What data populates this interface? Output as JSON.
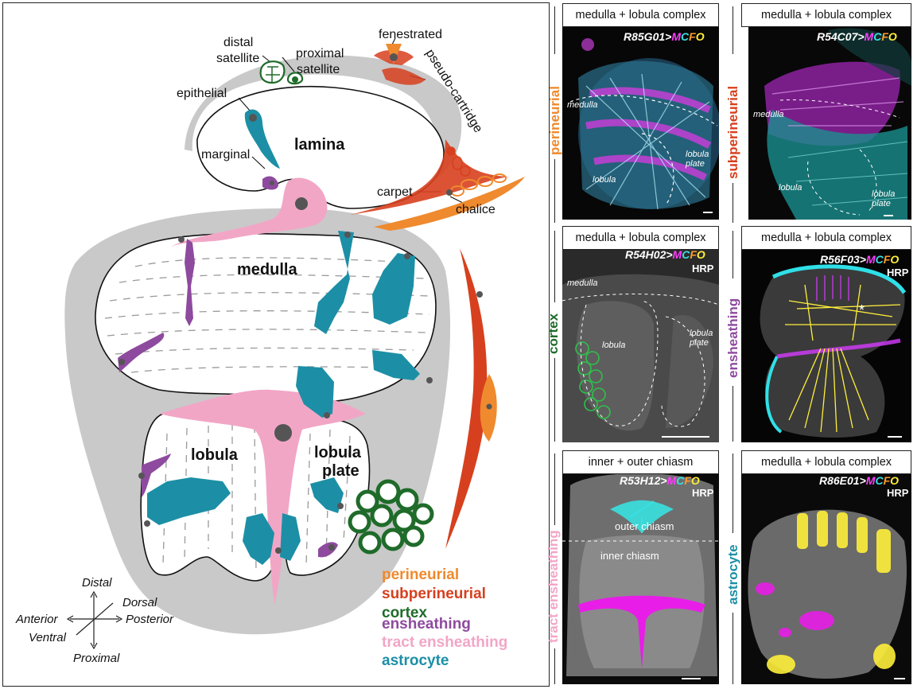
{
  "diagram": {
    "regions": {
      "lamina": "lamina",
      "medulla": "medulla",
      "lobula": "lobula",
      "lobula_plate_1": "lobula",
      "lobula_plate_2": "plate"
    },
    "callouts": {
      "distal_satellite_1": "distal",
      "distal_satellite_2": "satellite",
      "proximal_satellite_1": "proximal",
      "proximal_satellite_2": "satellite",
      "fenestrated": "fenestrated",
      "pseudo_cartridge": "pseudo-cartridge",
      "epithelial": "epithelial",
      "marginal": "marginal",
      "carpet": "carpet",
      "chalice": "chalice"
    },
    "axes": {
      "distal": "Distal",
      "dorsal": "Dorsal",
      "anterior": "Anterior",
      "posterior": "Posterior",
      "ventral": "Ventral",
      "proximal": "Proximal"
    },
    "legend": [
      {
        "label": "perineurial",
        "color": "#ef8a2e"
      },
      {
        "label": "subperineurial",
        "color": "#d7401e"
      },
      {
        "label": "cortex",
        "color": "#1f6b2a"
      },
      {
        "label": "ensheathing",
        "color": "#8e4a9e"
      },
      {
        "label": "tract ensheathing",
        "color": "#f2a6c6"
      },
      {
        "label": "astrocyte",
        "color": "#1c8fa6"
      }
    ]
  },
  "colors": {
    "gray_fill": "#c9c9c9",
    "perineurial": "#ef8a2e",
    "subperineurial": "#d7401e",
    "cortex": "#1f6b2a",
    "ensheathing": "#8e4a9e",
    "tract": "#f2a6c6",
    "astrocyte": "#1c8fa6"
  },
  "panels": [
    {
      "title": "medulla + lobula complex",
      "genotype": "R85G01>",
      "hrp": "",
      "side_label": "perineurial",
      "side_color": "#ef8a2e",
      "regions": [
        "medulla",
        "lobula",
        "lobula plate"
      ]
    },
    {
      "title": "medulla + lobula complex",
      "genotype": "R54C07>",
      "hrp": "",
      "side_label": "subperineurial",
      "side_color": "#d7401e",
      "regions": [
        "medulla",
        "lobula",
        "lobula plate"
      ]
    },
    {
      "title": "medulla + lobula complex",
      "genotype": "R54H02>",
      "hrp": "HRP",
      "side_label": "cortex",
      "side_color": "#1f6b2a",
      "regions": [
        "medulla",
        "lobula",
        "lobula plate"
      ]
    },
    {
      "title": "medulla + lobula complex",
      "genotype": "R56F03>",
      "hrp": "HRP",
      "side_label": "ensheathing",
      "side_color": "#8e4a9e",
      "marker": "*"
    },
    {
      "title": "inner + outer chiasm",
      "genotype": "R53H12>",
      "hrp": "HRP",
      "side_label": "tract ensheathing",
      "side_color": "#f2a6c6",
      "regions": [
        "outer chiasm",
        "inner chiasm"
      ]
    },
    {
      "title": "medulla + lobula complex",
      "genotype": "R86E01>",
      "hrp": "HRP",
      "side_label": "astrocyte",
      "side_color": "#1c8fa6"
    }
  ],
  "mcfo": {
    "m": "M",
    "c": "C",
    "f": "F",
    "o": "O"
  }
}
